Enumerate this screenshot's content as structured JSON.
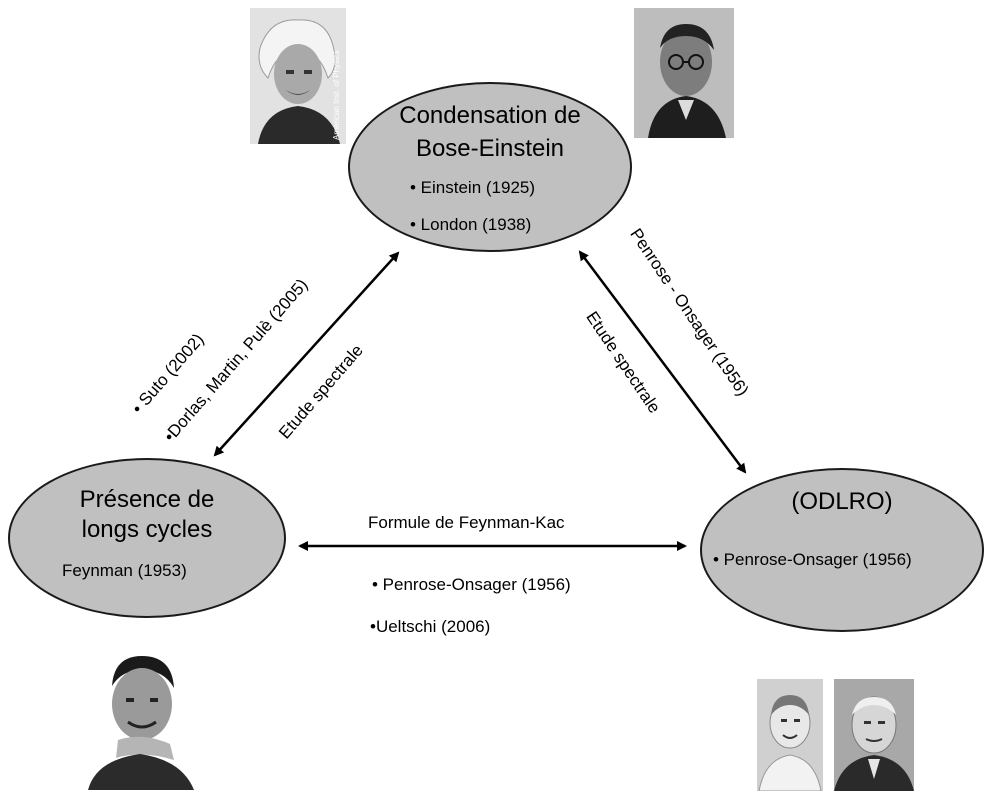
{
  "nodes": {
    "bec": {
      "title_line1": "Condensation de",
      "title_line2": "Bose-Einstein",
      "refs": [
        "• Einstein (1925)",
        "• London (1938)"
      ]
    },
    "cycles": {
      "title_line1": "Présence de",
      "title_line2": "longs cycles",
      "refs": [
        "Feynman (1953)"
      ]
    },
    "odlro": {
      "title": "(ODLRO)",
      "refs": [
        "• Penrose-Onsager (1956)"
      ]
    }
  },
  "edges": {
    "bec_cycles": {
      "label": "Etude spectrale",
      "refs": [
        "• Suto (2002)",
        "•Dorlas, Martin, Pulè (2005)"
      ]
    },
    "bec_odlro": {
      "label": "Etude spectrale",
      "ref": "Penrose - Onsager (1956)"
    },
    "cycles_odlro": {
      "label": "Formule de Feynman-Kac",
      "refs": [
        "• Penrose-Onsager (1956)",
        "•Ueltschi (2006)"
      ]
    }
  },
  "photos": {
    "einstein": {
      "caption": "American Inst. of Physics"
    }
  }
}
